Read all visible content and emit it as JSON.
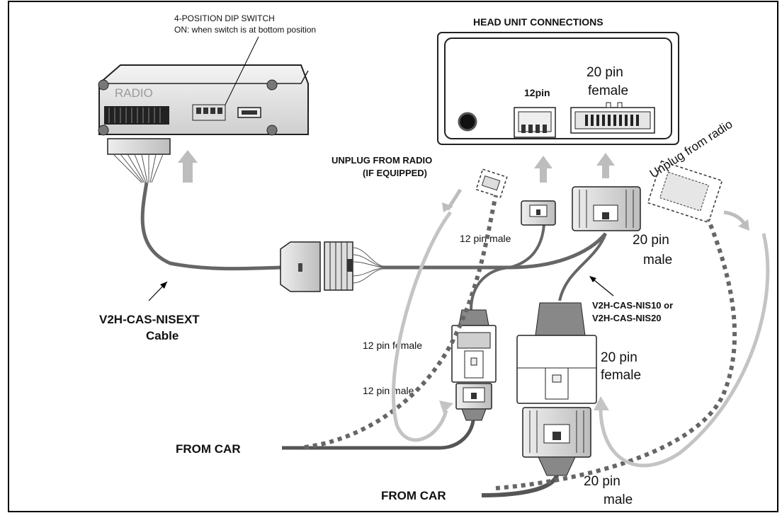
{
  "head_unit": {
    "title": "HEAD UNIT CONNECTIONS",
    "port_12pin": "12pin",
    "port_20pin_line1": "20 pin",
    "port_20pin_line2": "female"
  },
  "radio": {
    "label": "RADIO",
    "dip_title": "4-POSITION DIP SWITCH",
    "dip_note": "ON: when switch is at bottom position"
  },
  "labels": {
    "unplug_radio_line1": "UNPLUG FROM RADIO",
    "unplug_radio_line2": "(IF EQUIPPED)",
    "unplug_from_radio": "Unplug from radio",
    "pin12_male_top": "12 pin male",
    "pin20_male_top_line1": "20 pin",
    "pin20_male_top_line2": "male",
    "cable_name_line1": "V2H-CAS-NISEXT",
    "cable_name_line2": "Cable",
    "harness_line1": "V2H-CAS-NIS10 or",
    "harness_line2": "V2H-CAS-NIS20",
    "pin12_female": "12 pin female",
    "pin12_male_bottom": "12 pin male",
    "pin20_female_line1": "20 pin",
    "pin20_female_line2": "female",
    "from_car_1": "FROM CAR",
    "from_car_2": "FROM CAR",
    "pin20_male_bottom_line1": "20 pin",
    "pin20_male_bottom_line2": "male"
  }
}
